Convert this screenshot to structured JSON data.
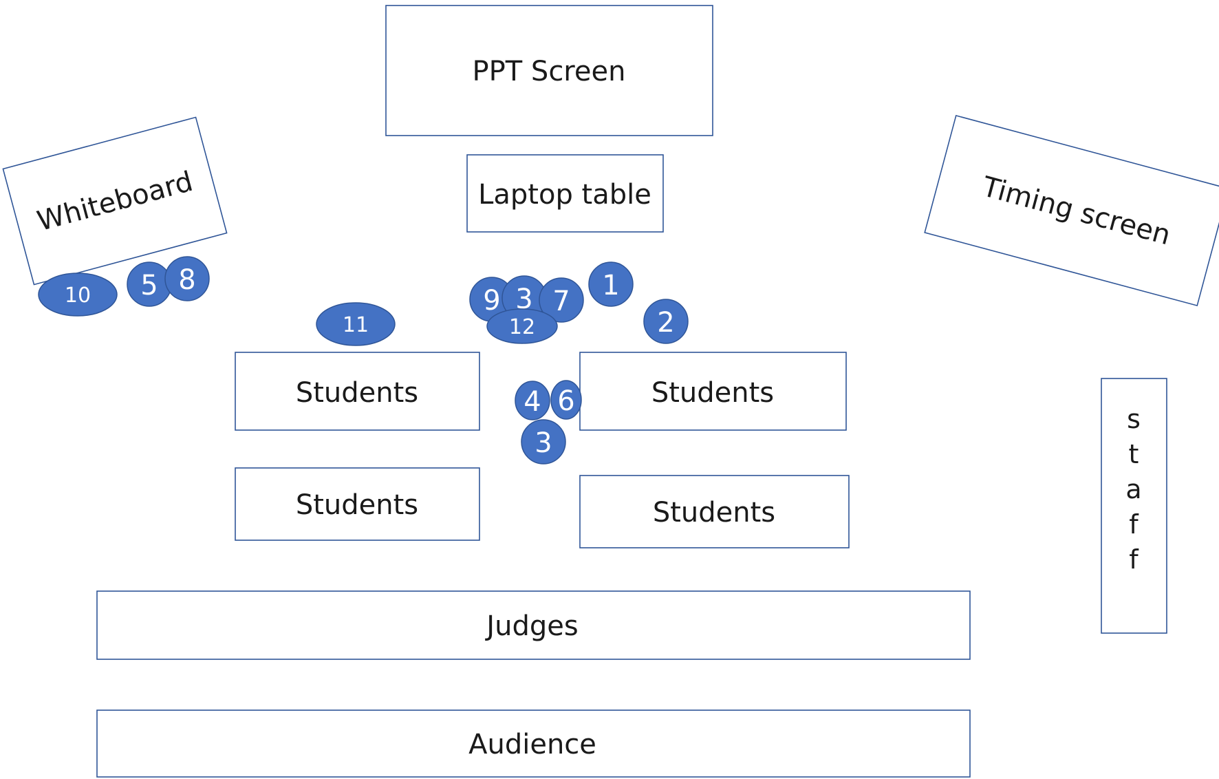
{
  "labels": {
    "ppt_screen": "PPT Screen",
    "laptop_table": "Laptop table",
    "whiteboard": "Whiteboard",
    "timing_screen": "Timing screen",
    "students_1": "Students",
    "students_2": "Students",
    "students_3": "Students",
    "students_4": "Students",
    "judges": "Judges",
    "audience": "Audience",
    "staff_letters": [
      "s",
      "t",
      "a",
      "f",
      "f"
    ]
  },
  "markers": [
    "10",
    "5",
    "8",
    "9",
    "3",
    "7",
    "1",
    "12",
    "2",
    "11",
    "4",
    "6",
    "3"
  ],
  "colors": {
    "marker_fill": "#4472c4",
    "outline": "#2f5597",
    "text": "#1a1a1a"
  }
}
